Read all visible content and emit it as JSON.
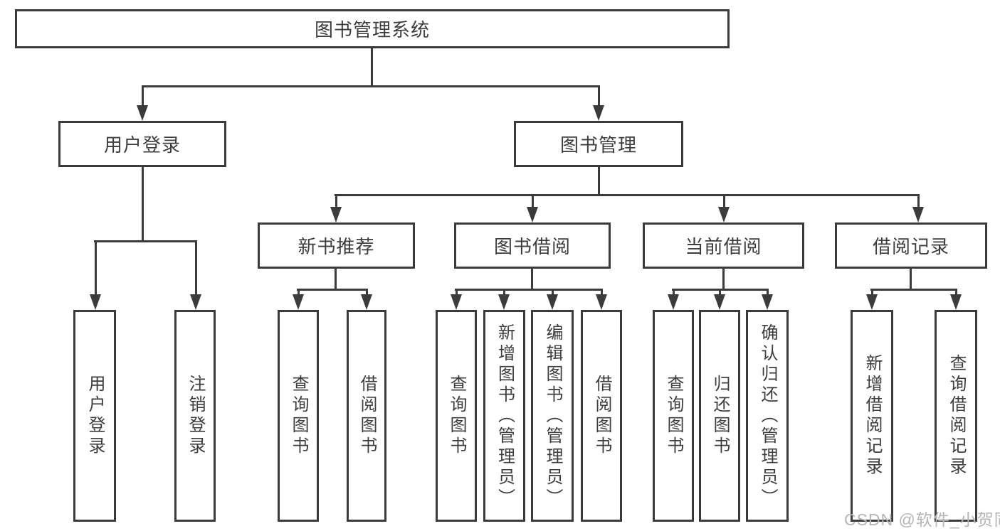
{
  "title": {
    "label": "图书管理系统"
  },
  "level2": [
    {
      "label": "用户登录"
    },
    {
      "label": "图书管理"
    }
  ],
  "level3": [
    {
      "label": "新书推荐"
    },
    {
      "label": "图书借阅"
    },
    {
      "label": "当前借阅"
    },
    {
      "label": "借阅记录"
    }
  ],
  "leaves": {
    "user_login": [
      "用户登录",
      "注销登录"
    ],
    "new_book": [
      "查询图书",
      "借阅图书"
    ],
    "book_borrow": [
      "查询图书",
      "新增图书（管理员）",
      "编辑图书（管理员）",
      "借阅图书"
    ],
    "current_borrow": [
      "查询图书",
      "归还图书",
      "确认归还（管理员）"
    ],
    "borrow_records": [
      "新增借阅记录",
      "查询借阅记录"
    ]
  },
  "watermark": {
    "text": "CSDN @软件_小贺同学"
  },
  "colors": {
    "line": "#3b3b3b",
    "text": "#3d3d3d",
    "watermark": "#b5b5b5",
    "background": "#ffffff"
  }
}
